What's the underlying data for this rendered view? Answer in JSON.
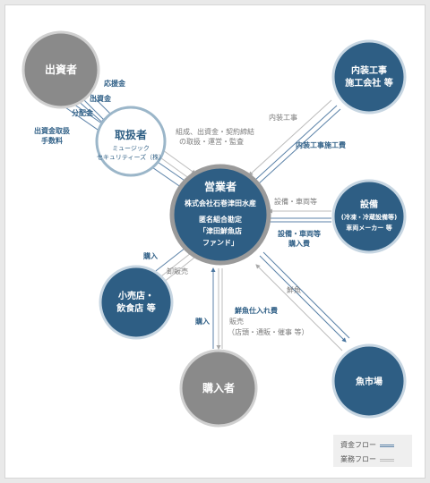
{
  "nodes": {
    "investor": "出資者",
    "handler": {
      "title": "取扱者",
      "line1": "ミュージック",
      "line2": "セキュリティーズ（株）"
    },
    "interior": {
      "line1": "内装工事",
      "line2": "施工会社 等"
    },
    "operator": {
      "title": "営業者",
      "line1": "株式会社石巻津田水産",
      "line2": "匿名組合勘定",
      "line3": "「津田鮮魚店",
      "line4": "ファンド」"
    },
    "equipment": {
      "line1": "設備",
      "line2": "(冷凍・冷蔵設備等)",
      "line3": "車両メーカー 等"
    },
    "retail": {
      "line1": "小売店・",
      "line2": "飲食店 等"
    },
    "buyer": "購入者",
    "fishmarket": "魚市場"
  },
  "labels": {
    "oubokin": "応援金",
    "shusshikin": "出資金",
    "bunpaikin": "分配金",
    "fee1": "出資金取扱",
    "fee2": "手数料",
    "role1": "組成、出資金・契約締結",
    "role2": "の取扱・運営・監査",
    "interior_work": "内装工事",
    "interior_cost": "内装工事施工費",
    "equip_vehicle": "設備・車両等",
    "equip_cost1": "設備・車両等",
    "equip_cost2": "購入費",
    "purchase_left": "購入",
    "wholesale": "卸販売",
    "fresh_fish": "鮮魚",
    "fish_cost": "鮮魚仕入れ費",
    "purchase_bottom": "購入",
    "sales1": "販売",
    "sales2": "（店頭・通販・催事 等）"
  },
  "legend": {
    "fund_flow": "資金フロー",
    "business_flow": "業務フロー"
  },
  "colors": {
    "blue": "#2e5e84",
    "gray": "#8a8a8a",
    "white_node_border": "#9bb6c9",
    "fund_line": "#5b82a8",
    "business_line": "#bcbcbc"
  }
}
